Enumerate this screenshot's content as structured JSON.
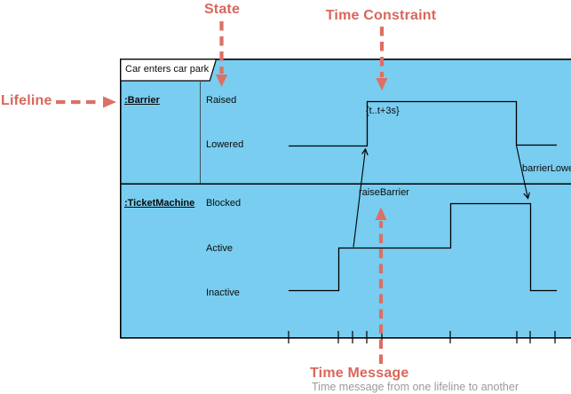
{
  "annotations": {
    "state": {
      "label": "State"
    },
    "time_constraint": {
      "label": "Time Constraint"
    },
    "lifeline": {
      "label": "Lifeline"
    },
    "time_message": {
      "label": "Time Message",
      "description": "Time message from one lifeline to another"
    }
  },
  "diagram": {
    "frame_title": "Car enters car park",
    "time_constraint_value": "{t..t+3s}",
    "lifelines": [
      {
        "name": ":Barrier",
        "states": [
          "Raised",
          "Lowered"
        ]
      },
      {
        "name": ":TicketMachine",
        "states": [
          "Blocked",
          "Active",
          "Inactive"
        ]
      }
    ],
    "messages": [
      {
        "label": "raiseBarrier"
      },
      {
        "label": "barrierLowered"
      }
    ],
    "colors": {
      "diagram_fill": "#78cdf0",
      "annotation_red": "#d9665c",
      "line_black": "#000000",
      "subtitle_gray": "#9a9a9a"
    }
  }
}
